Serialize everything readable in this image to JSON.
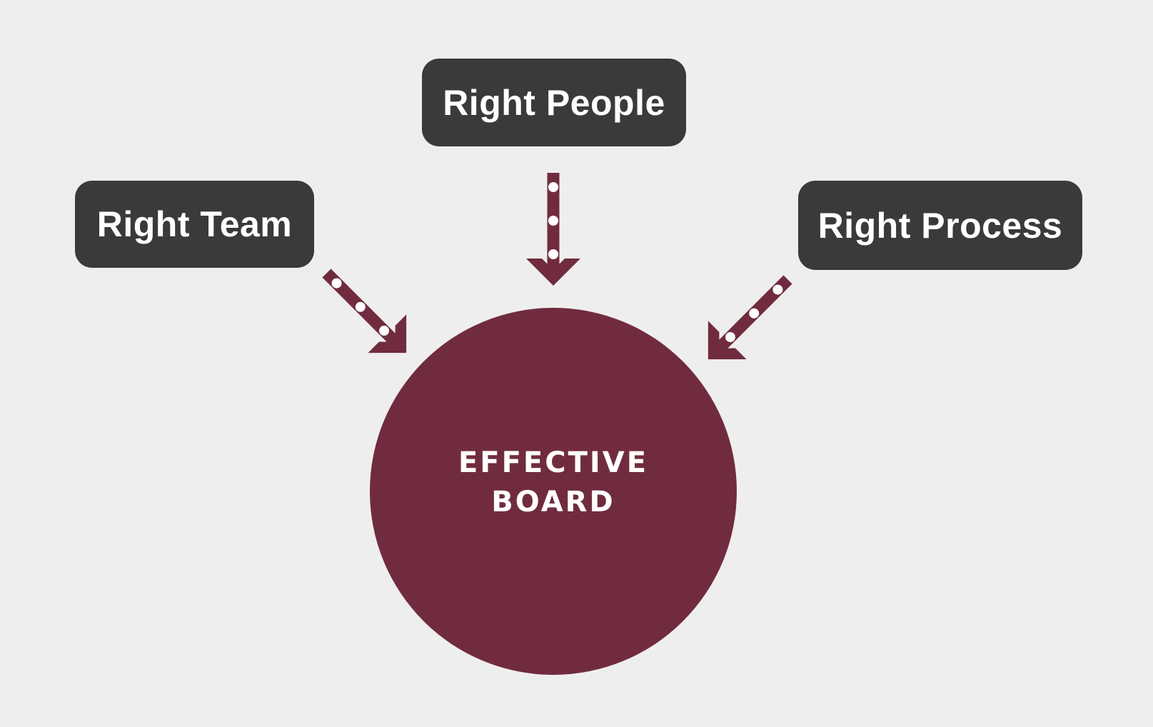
{
  "colors": {
    "background": "#efeeee",
    "node-box": "#3a3a3a",
    "accent-maroon": "#702c3e",
    "label-text": "#ffffff"
  },
  "nodes": {
    "team": {
      "label": "Right Team"
    },
    "people": {
      "label": "Right People"
    },
    "process": {
      "label": "Right Process"
    },
    "board": {
      "label": "EFFECTIVE BOARD"
    }
  },
  "arrows": [
    {
      "name": "people-to-board",
      "direction": "down"
    },
    {
      "name": "team-to-board",
      "direction": "down-right"
    },
    {
      "name": "process-to-board",
      "direction": "down-left"
    }
  ]
}
